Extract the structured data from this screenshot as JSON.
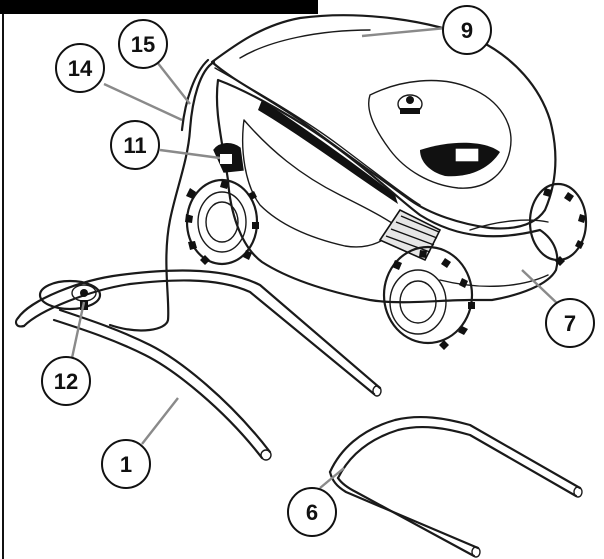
{
  "diagram": {
    "callouts": [
      {
        "id": "c1",
        "label": "1"
      },
      {
        "id": "c6",
        "label": "6"
      },
      {
        "id": "c7",
        "label": "7"
      },
      {
        "id": "c9",
        "label": "9"
      },
      {
        "id": "c11",
        "label": "11"
      },
      {
        "id": "c12",
        "label": "12"
      },
      {
        "id": "c14",
        "label": "14"
      },
      {
        "id": "c15",
        "label": "15"
      }
    ],
    "colors": {
      "line": "#1a1a1a",
      "leader": "#8a8a8a",
      "body_fill": "#e9e9e9",
      "dark_fill": "#111111"
    }
  }
}
